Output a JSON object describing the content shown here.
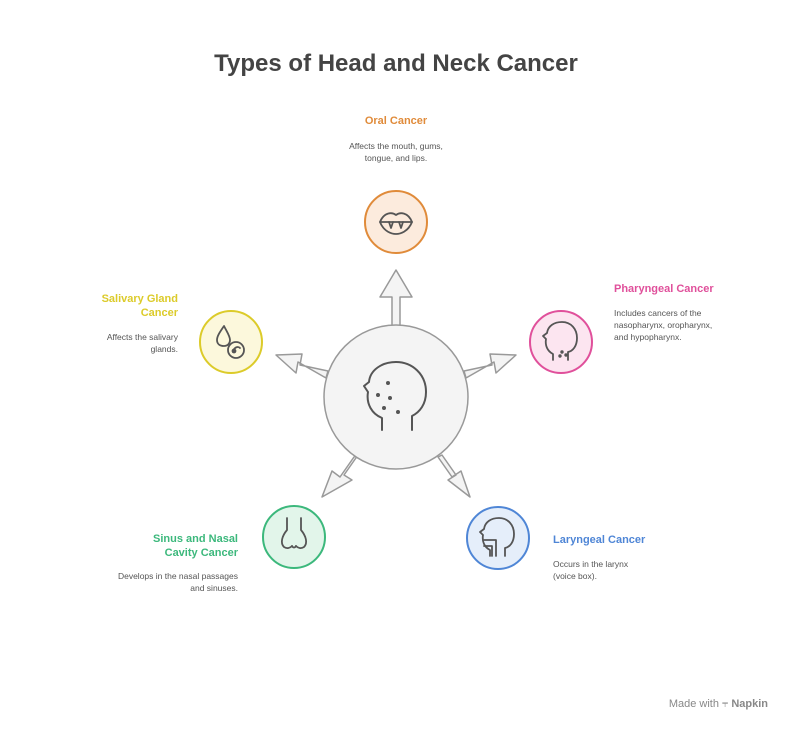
{
  "title": "Types of Head and Neck Cancer",
  "center": {
    "icon": "head-profile-icon"
  },
  "items": [
    {
      "id": "oral",
      "label": "Oral Cancer",
      "description": "Affects the mouth, gums, tongue, and lips.",
      "color": "#E08B3A",
      "fill": "#FCEBDD",
      "icon": "mouth-icon"
    },
    {
      "id": "pharyngeal",
      "label": "Pharyngeal Cancer",
      "description": "Includes cancers of the nasopharynx, oropharynx, and hypopharynx.",
      "color": "#E0509B",
      "fill": "#FCE5F0",
      "icon": "head-throat-icon"
    },
    {
      "id": "laryngeal",
      "label": "Laryngeal Cancer",
      "description": "Occurs in the larynx (voice box).",
      "color": "#4F86D6",
      "fill": "#E5EEFA",
      "icon": "larynx-icon"
    },
    {
      "id": "sinus",
      "label": "Sinus and Nasal Cavity Cancer",
      "description": "Develops in the nasal passages and sinuses.",
      "color": "#3CB87C",
      "fill": "#E2F5EA",
      "icon": "nose-icon"
    },
    {
      "id": "salivary",
      "label": "Salivary Gland Cancer",
      "description": "Affects the salivary glands.",
      "color": "#DCCB2A",
      "fill": "#FCF8DC",
      "icon": "saliva-drop-icon"
    }
  ],
  "watermark": {
    "prefix": "Made with",
    "brand": "Napkin"
  }
}
